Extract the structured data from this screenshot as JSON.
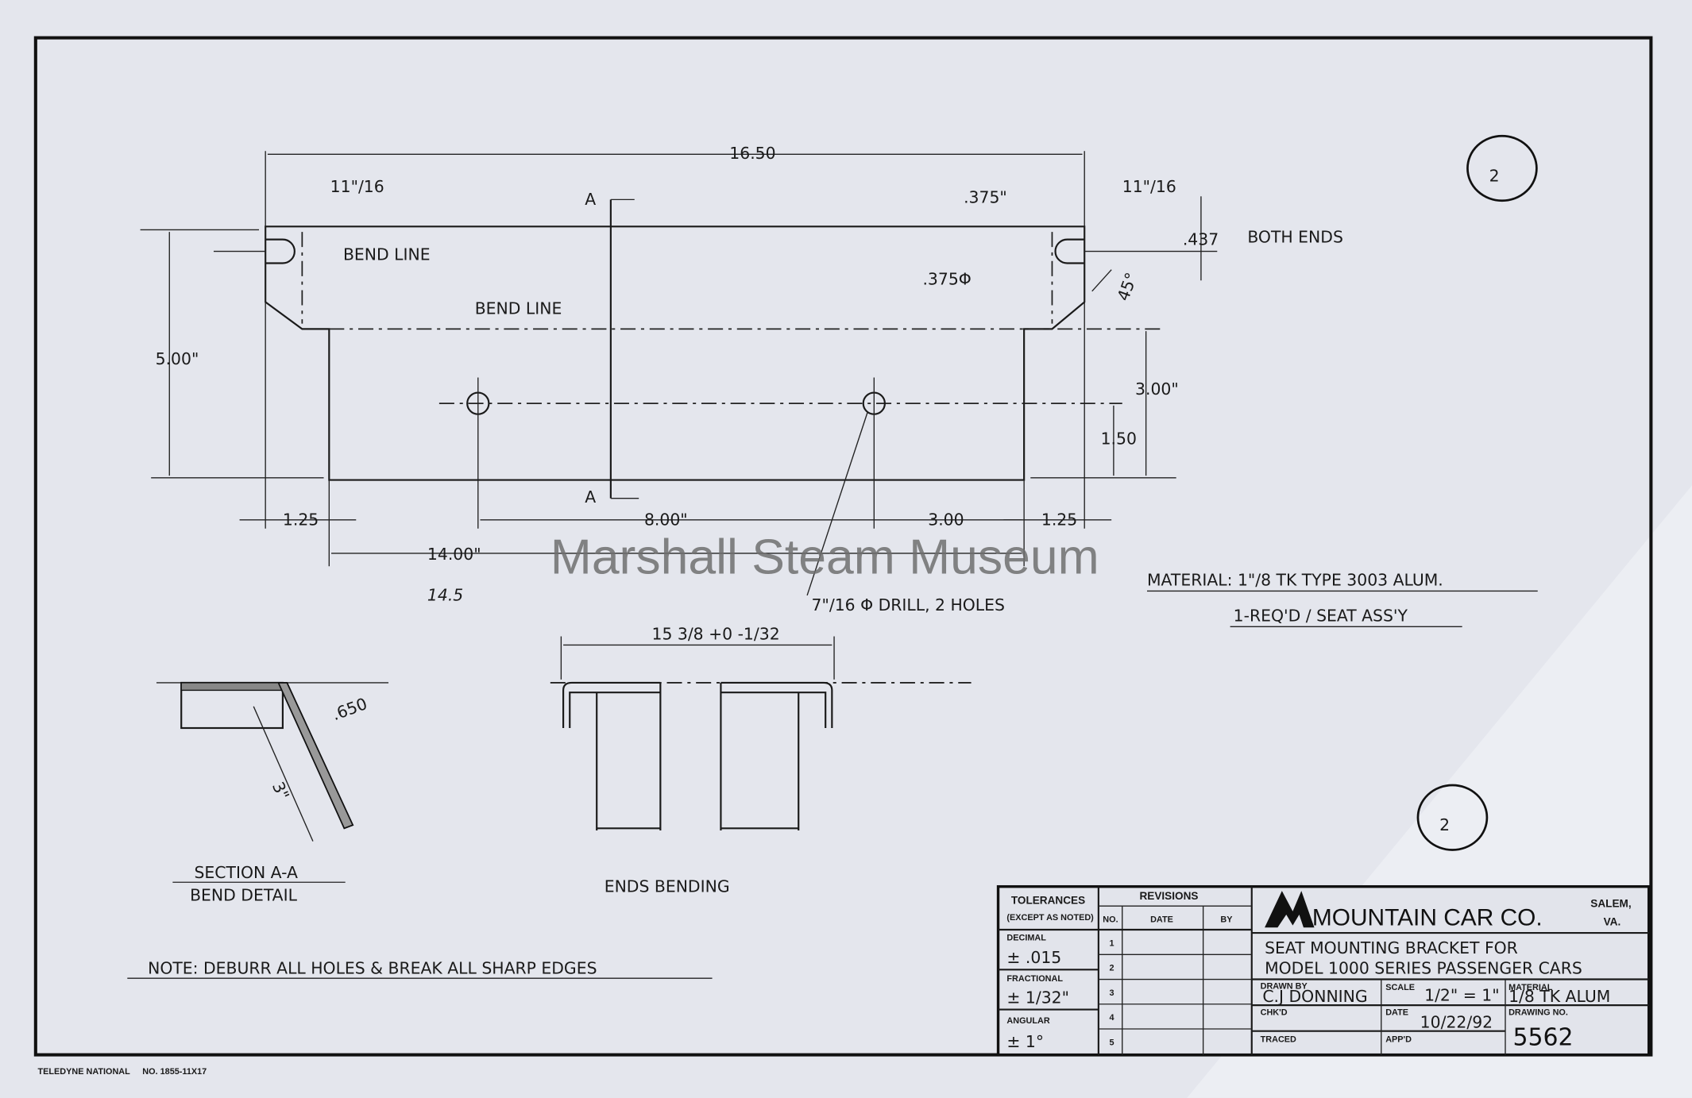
{
  "drawing": {
    "dims": {
      "overall_width": "16.50",
      "flange_left": "11\"/16",
      "flange_right": "11\"/16",
      "slot_offset": ".375\"",
      "slot_width": ".437",
      "both_ends": "BOTH ENDS",
      "slot_dia": ".375Φ",
      "angle": "45°",
      "height": "5.00\"",
      "hole_height": "3.00\"",
      "hole_center": "1.50",
      "left_tab": "1.25",
      "hole_spacing": "8.00\"",
      "hole_to_edge": "3.00",
      "right_tab": "1.25",
      "base_width": "14.00\"",
      "handwritten_correction": "14.5",
      "drill_note": "7\"/16 Φ DRILL, 2 HOLES",
      "bend_line_1": "BEND LINE",
      "bend_line_2": "BEND LINE",
      "section_a_top": "A",
      "section_a_bottom": "A"
    },
    "material_note": "MATERIAL: 1\"/8 TK TYPE 3003 ALUM.",
    "qty_note": "1-REQ'D / SEAT ASS'Y",
    "section": {
      "title": "SECTION A-A",
      "subtitle": "BEND DETAIL",
      "dim_length": "3\"",
      "dim_thk": ".650"
    },
    "ends_bending": {
      "title": "ENDS BENDING",
      "dim": "15 3/8 +0 -1/32"
    },
    "note": "NOTE: DEBURR ALL HOLES & BREAK ALL SHARP EDGES",
    "sheet_number_top": "2",
    "sheet_number_bottom": "2",
    "watermark": "Marshall Steam Museum",
    "footer_brand": "TELEDYNE NATIONAL",
    "footer_form": "NO. 1855-11X17"
  },
  "title_block": {
    "tolerances": "TOLERANCES",
    "except": "(EXCEPT AS NOTED)",
    "decimal_label": "DECIMAL",
    "decimal_value": "± .015",
    "fractional_label": "FRACTIONAL",
    "fractional_value": "± 1/32\"",
    "angular_label": "ANGULAR",
    "angular_value": "± 1°",
    "revisions": "REVISIONS",
    "col_no": "NO.",
    "col_date": "DATE",
    "col_by": "BY",
    "rev_rows": [
      "1",
      "2",
      "3",
      "4",
      "5"
    ],
    "company": "MOUNTAIN CAR CO.",
    "city": "SALEM,",
    "state": "VA.",
    "title_1": "SEAT MOUNTING BRACKET FOR",
    "title_2": "MODEL 1000 SERIES PASSENGER CARS",
    "drawn_by_label": "DRAWN BY",
    "drawn_by": "C.J DONNING",
    "scale_label": "SCALE",
    "scale": "1/2\" = 1\"",
    "material_label": "MATERIAL",
    "material": "1/8 TK ALUM",
    "chkd_label": "CHK'D",
    "date_label": "DATE",
    "date": "10/22/92",
    "drawing_no_label": "DRAWING NO.",
    "drawing_no": "5562",
    "traced_label": "TRACED",
    "appd_label": "APP'D"
  }
}
